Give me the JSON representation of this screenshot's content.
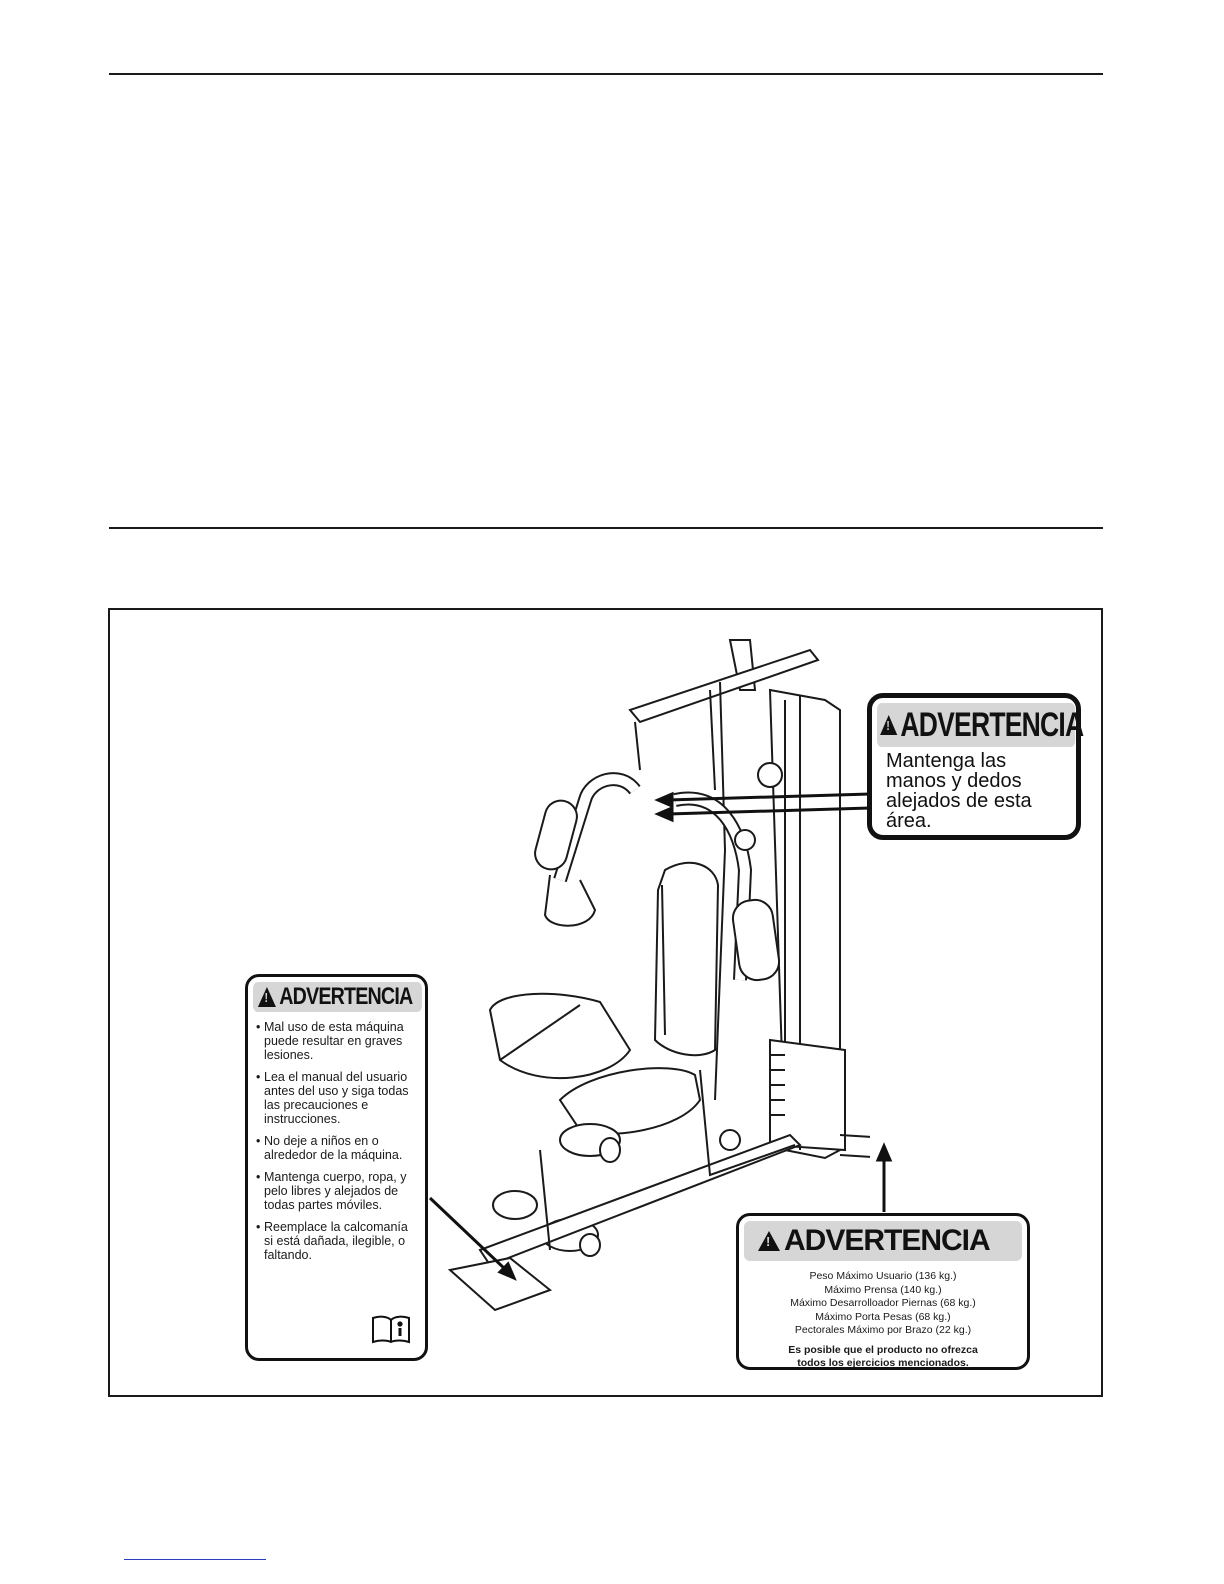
{
  "labels": {
    "top": {
      "header": "ADVERTENCIA",
      "lines": [
        "Mantenga las",
        "manos y dedos",
        "alejados de esta",
        "área."
      ]
    },
    "left": {
      "header": "ADVERTENCIA",
      "items": [
        "Mal uso de esta máquina puede resultar en graves lesiones.",
        "Lea el manual del usuario antes del uso y siga todas las precauciones e instrucciones.",
        "No deje a niños en o alrededor de la máquina.",
        "Mantenga cuerpo, ropa, y pelo libres y alejados de todas partes móviles.",
        "Reemplace la calcomanía si está dañada, ilegible, o faltando."
      ],
      "icon": "manual-info-icon"
    },
    "bottom_right": {
      "header": "ADVERTENCIA",
      "specs": [
        "Peso Máximo Usuario (136 kg.)",
        "Máximo Prensa (140 kg.)",
        "Máximo Desarrolloador Piernas (68 kg.)",
        "Máximo Porta Pesas (68 kg.)",
        "Pectorales Máximo por Brazo (22 kg.)"
      ],
      "note_lines": [
        "Es posible que el producto  no ofrezca",
        "todos los ejercicios mencionados."
      ]
    }
  },
  "colors": {
    "label_header_bg": "#d6d6d6",
    "ink": "#111111",
    "footer_line": "#2a3fbf"
  }
}
